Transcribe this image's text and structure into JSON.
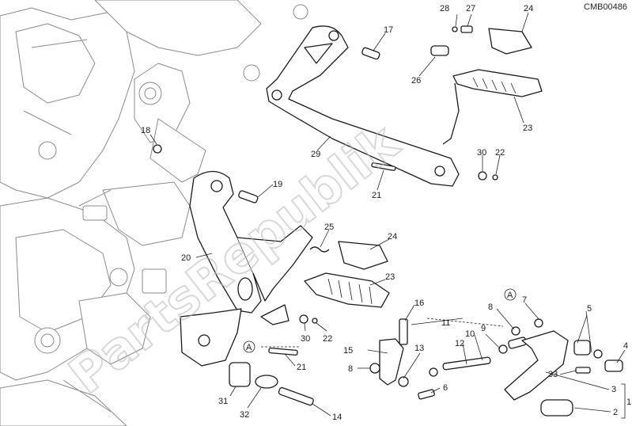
{
  "diagram": {
    "code": "CMB00486",
    "watermark": "PartsRepublik",
    "callouts": [
      "28",
      "27",
      "24",
      "17",
      "26",
      "23",
      "18",
      "29",
      "30",
      "22",
      "21",
      "19",
      "25",
      "24",
      "20",
      "23",
      "16",
      "A",
      "8",
      "7",
      "5",
      "11",
      "9",
      "10",
      "12",
      "4",
      "A",
      "13",
      "15",
      "8",
      "3",
      "30",
      "22",
      "21",
      "6",
      "33",
      "31",
      "32",
      "14",
      "1",
      "2"
    ]
  }
}
